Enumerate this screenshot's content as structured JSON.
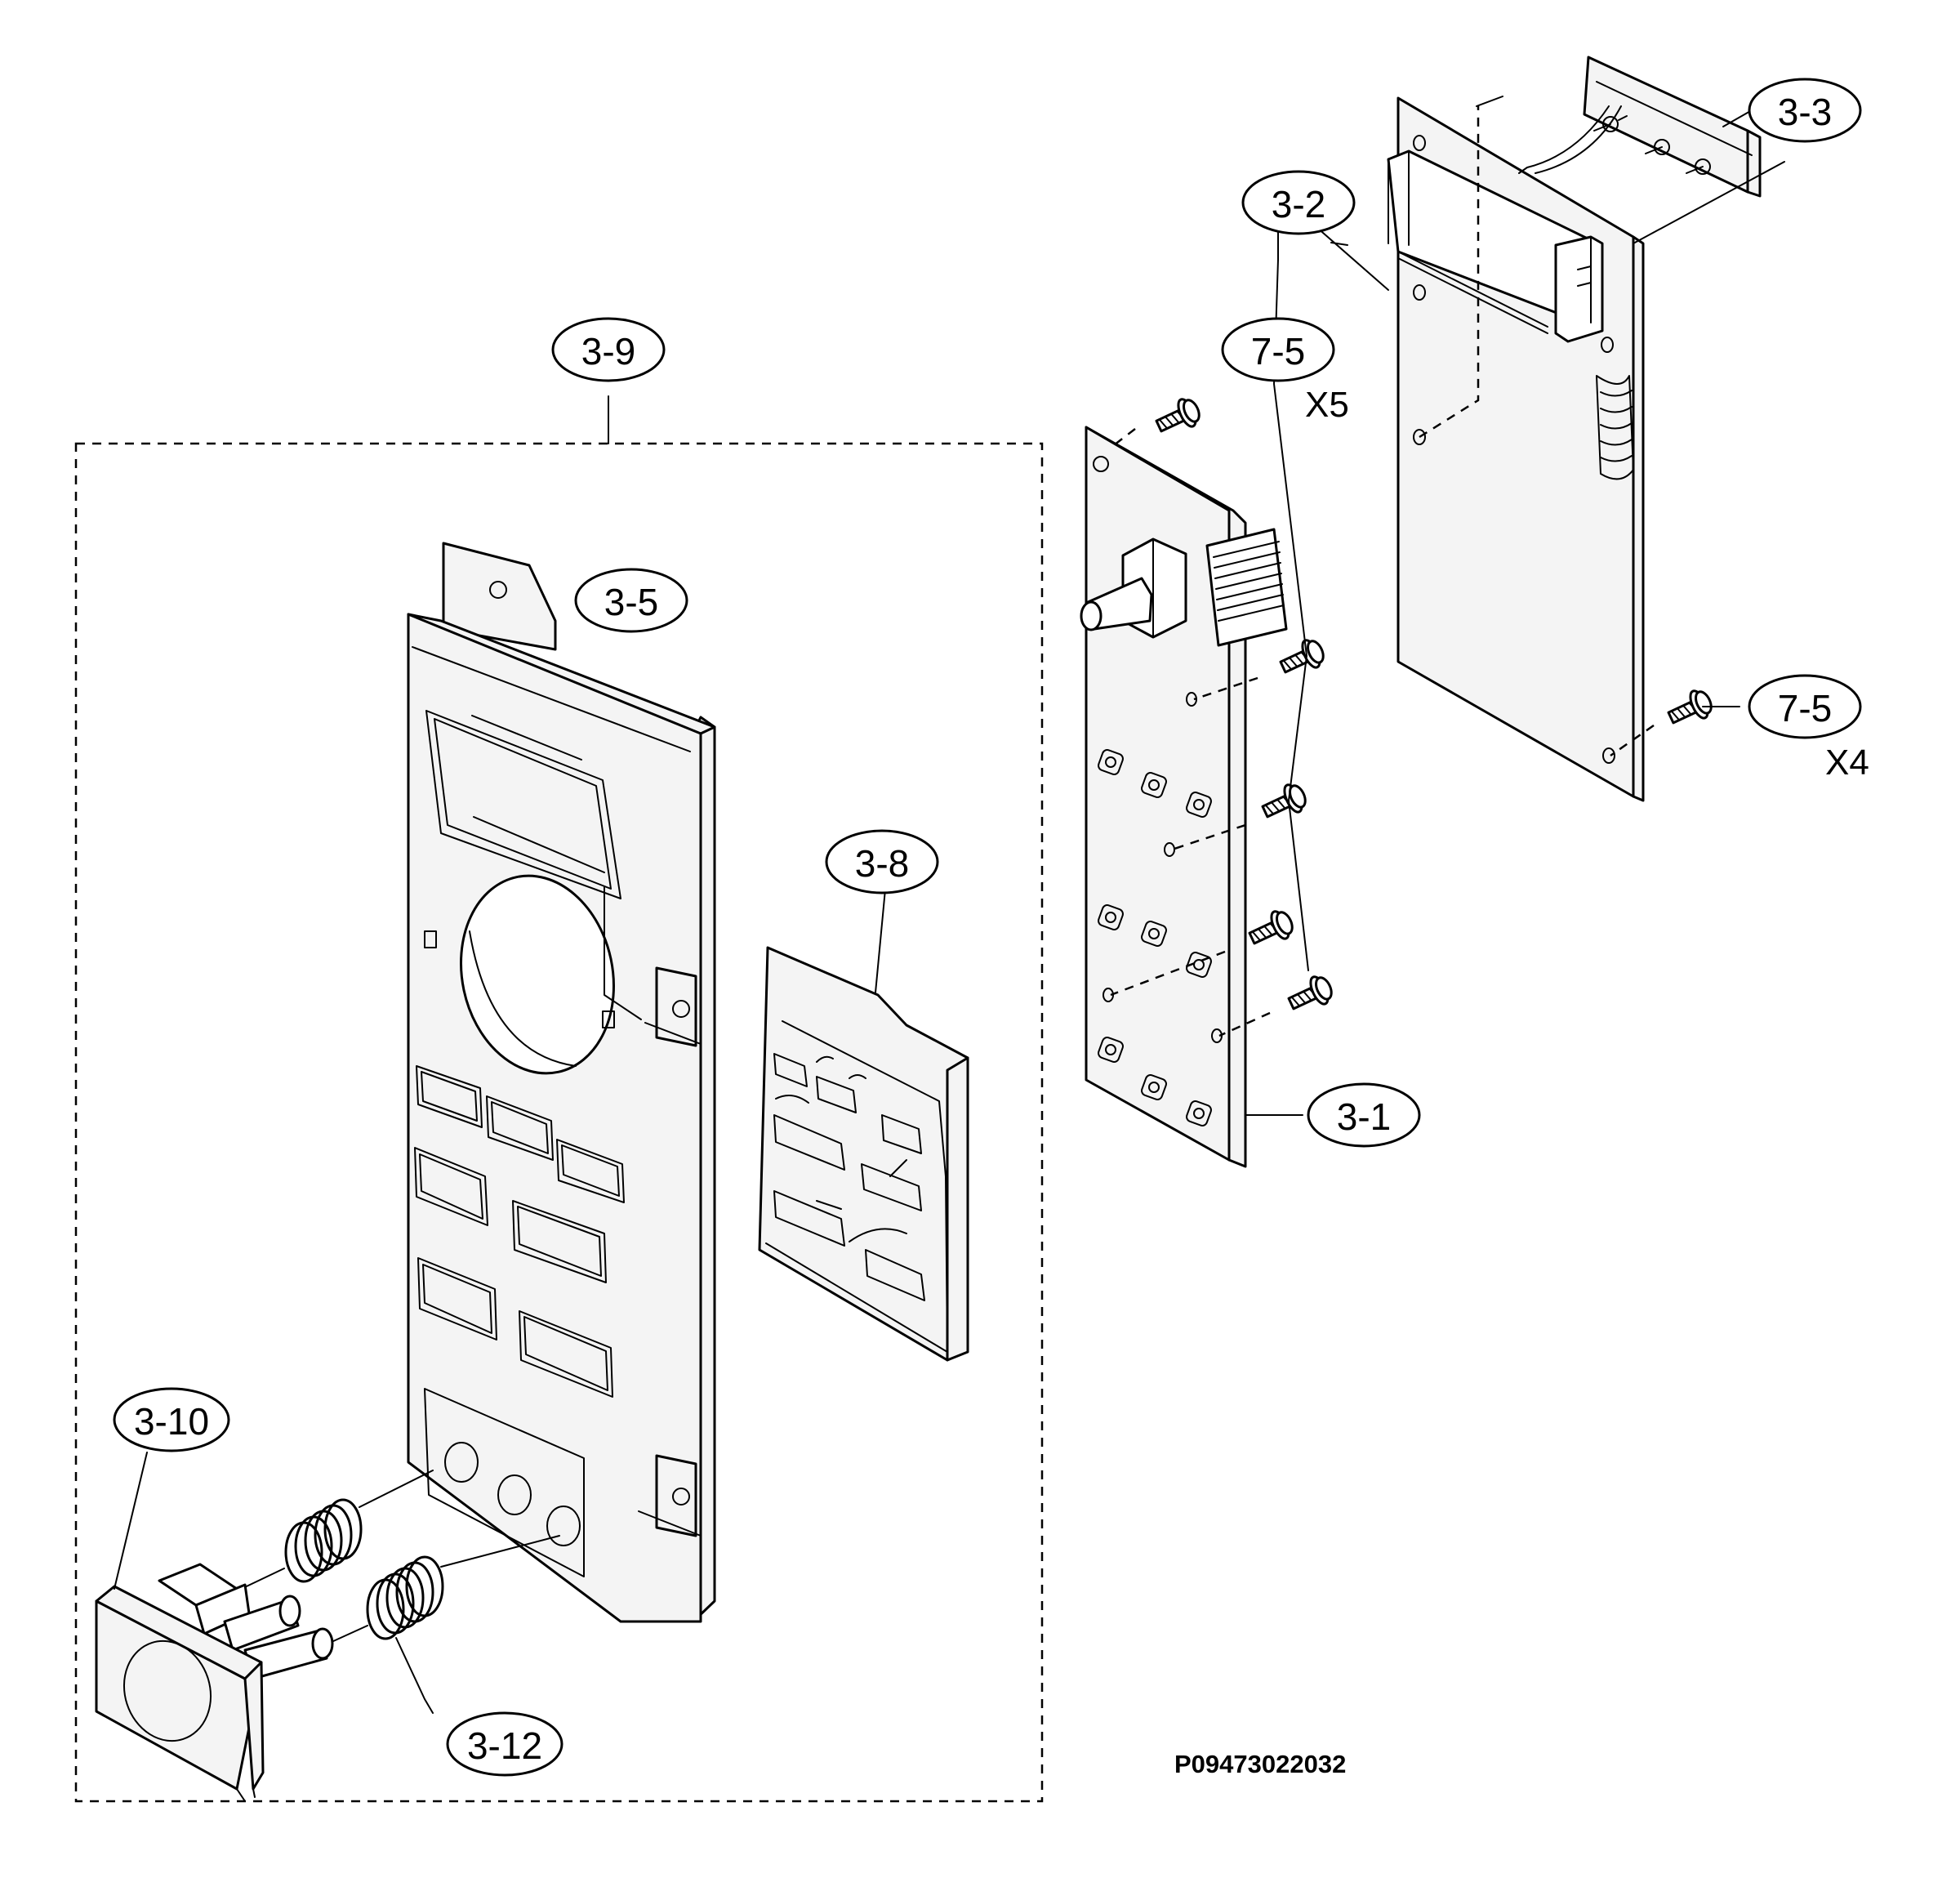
{
  "labels": {
    "board_3_1": "3-1",
    "board_3_2": "3-2",
    "display_3_3": "3-3",
    "panel_3_5": "3-5",
    "membrane_3_8": "3-8",
    "assembly_3_9": "3-9",
    "button_3_10": "3-10",
    "spring_3_12": "3-12",
    "screw_7_5_upper": "7-5",
    "screw_7_5_lower": "7-5"
  },
  "quantities": {
    "upper_screws": "X5",
    "lower_screws": "X4"
  },
  "drawing_code": "P09473022032"
}
